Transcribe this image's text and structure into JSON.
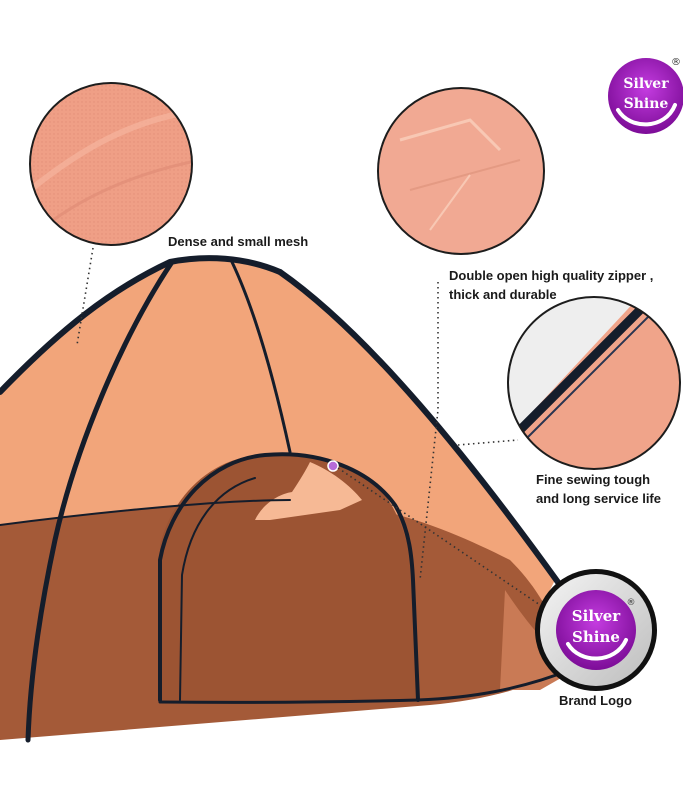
{
  "brand": {
    "logo_text": [
      "Silver",
      "Shine"
    ],
    "registered_mark": "®"
  },
  "callouts": {
    "mesh": "Dense and small mesh",
    "zipper_line1": "Double open high quality zipper ,",
    "zipper_line2": "thick and durable",
    "sewing_line1": "Fine sewing tough",
    "sewing_line2": "and long service life",
    "brand_logo": "Brand Logo"
  },
  "colors": {
    "tent_upper": "#f2a57a",
    "tent_lower": "#a45a38",
    "frame": "#151d2b",
    "logo_purple": "#9a1bb5",
    "mesh_detail": "#f0a48a"
  }
}
